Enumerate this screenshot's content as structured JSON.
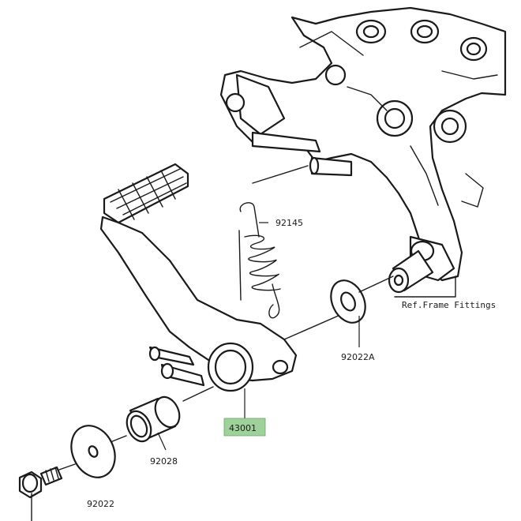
{
  "parts": {
    "spring": "92145",
    "washer": "92022A",
    "pedal": "43001",
    "bushing": "92028",
    "flat_washer": "92022",
    "ref_note": "Ref.Frame Fittings"
  },
  "colors": {
    "highlight": "#9ed29a",
    "line": "#1a1a1a",
    "background": "#ffffff"
  }
}
